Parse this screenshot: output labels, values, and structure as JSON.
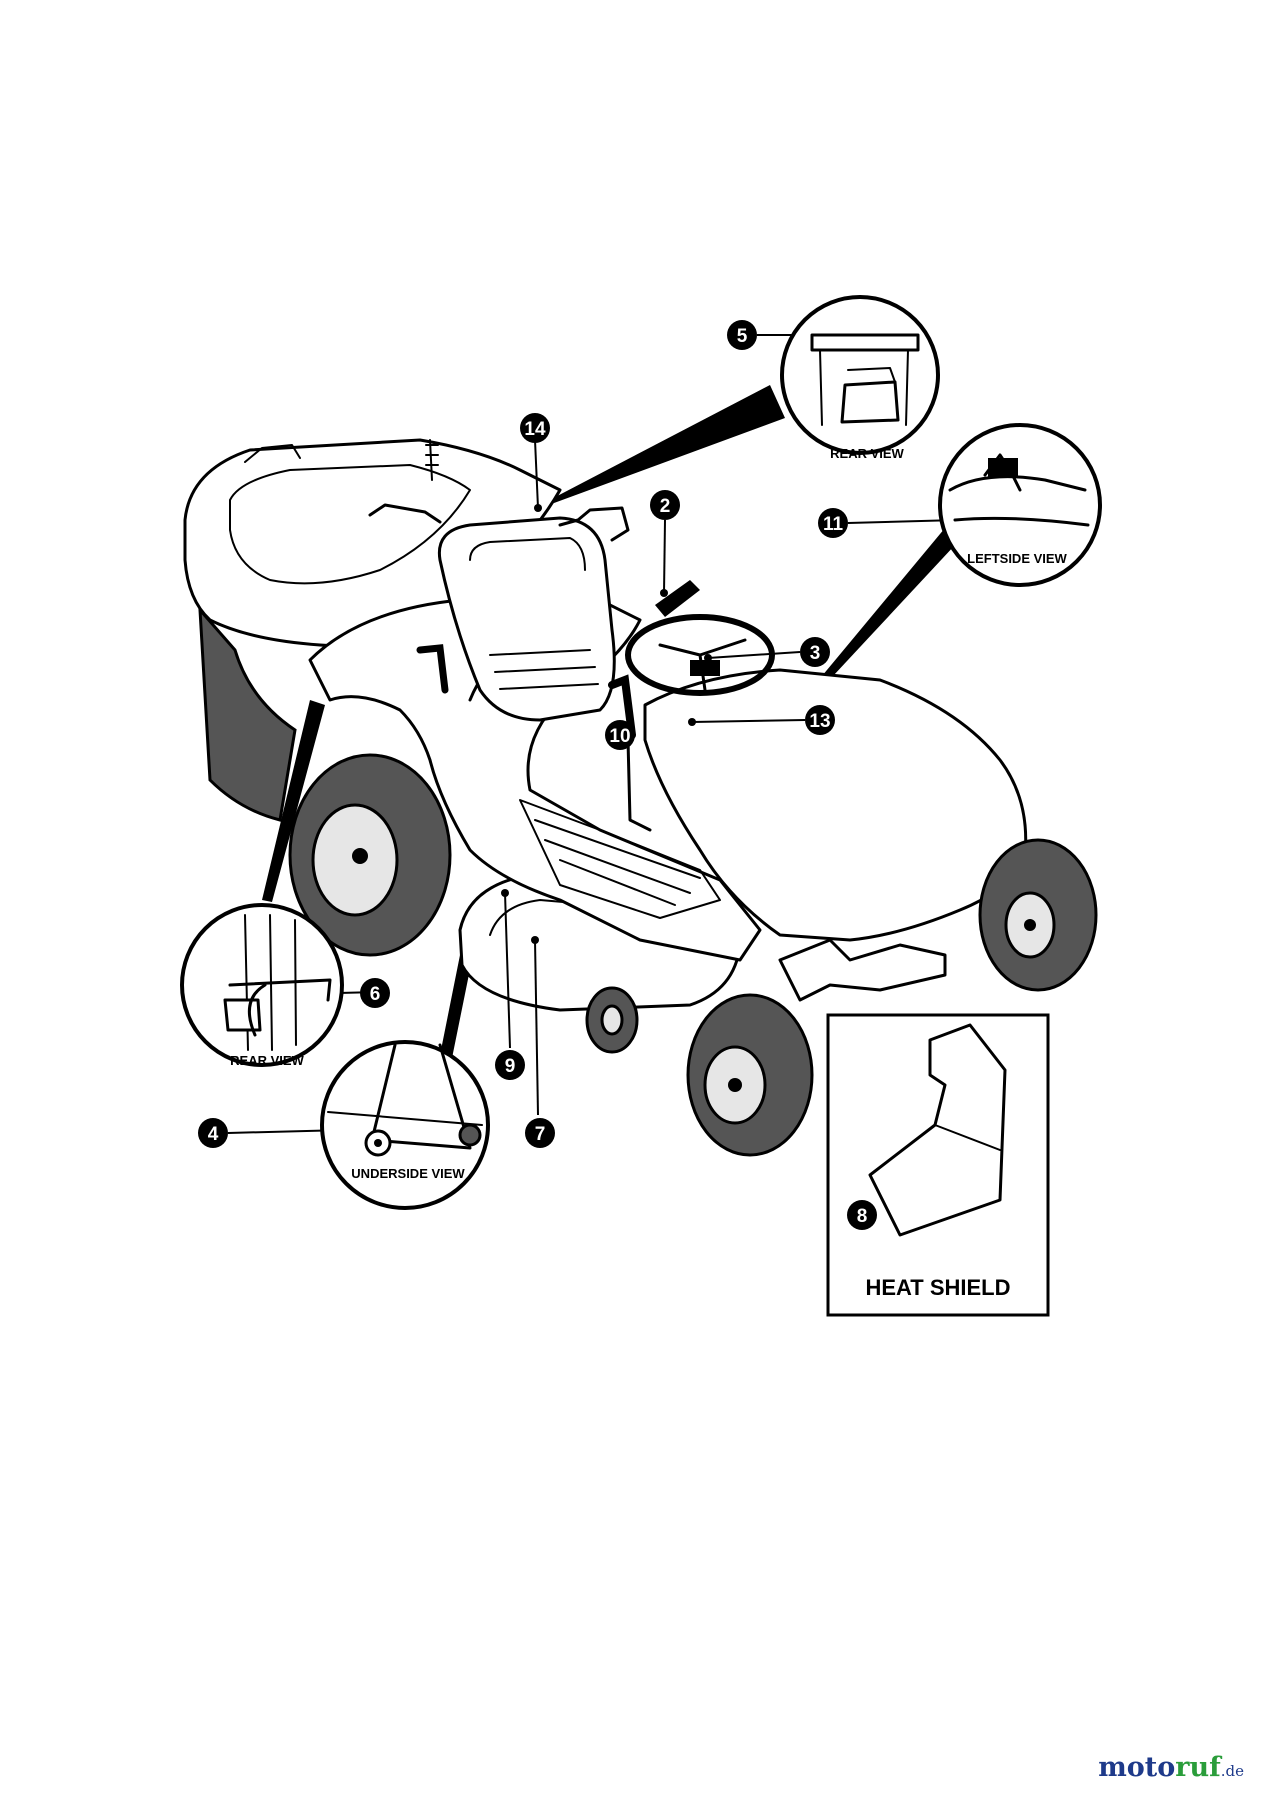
{
  "callouts": [
    {
      "id": "c5",
      "label": "5"
    },
    {
      "id": "c14",
      "label": "14"
    },
    {
      "id": "c2",
      "label": "2"
    },
    {
      "id": "c11",
      "label": "11"
    },
    {
      "id": "c3",
      "label": "3"
    },
    {
      "id": "c13",
      "label": "13"
    },
    {
      "id": "c10",
      "label": "10"
    },
    {
      "id": "c6",
      "label": "6"
    },
    {
      "id": "c9",
      "label": "9"
    },
    {
      "id": "c4",
      "label": "4"
    },
    {
      "id": "c7",
      "label": "7"
    },
    {
      "id": "c8",
      "label": "8"
    }
  ],
  "inset_labels": {
    "rear_view_top": "REAR VIEW",
    "leftside_view": "LEFTSIDE VIEW",
    "rear_view_left": "REAR VIEW",
    "underside_view": "UNDERSIDE VIEW",
    "heat_shield": "HEAT SHIELD"
  },
  "watermark": {
    "main": "moto",
    "accent": "ruf",
    "tld": ".de",
    "main_color": "#1e3a8a",
    "accent_color": "#2a9d3a"
  }
}
